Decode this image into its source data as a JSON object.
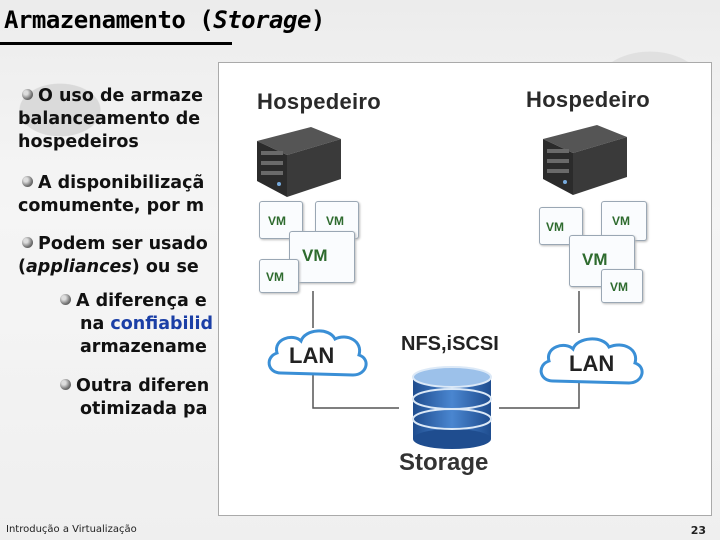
{
  "slide": {
    "title_main": "Armazenamento (",
    "title_italic": "Storage",
    "title_end": ")",
    "footer_left": "Introdução a Virtualização",
    "page_number": "23"
  },
  "bullets": {
    "b1_line1": "O uso de armaze",
    "b1_line2": "balanceamento de",
    "b1_line3": "hospedeiros",
    "b2_line1": "A disponibilizaçã",
    "b2_line2": "comumente, por m",
    "b3_line1": "Podem ser usado",
    "b3_line2_paren_open": "(",
    "b3_line2_italic": "appliances",
    "b3_line2_rest": ") ou se",
    "s1_line1": "A diferença e",
    "s1_line2_plain": "na ",
    "s1_line2_blue": "confiabilid",
    "s1_line3": "armazename",
    "s2_line1": "Outra diferen",
    "s2_line2": "otimizada pa"
  },
  "diagram": {
    "host_left": "Hospedeiro",
    "host_right": "Hospedeiro",
    "vm_label": "VM",
    "lan_left": "LAN",
    "lan_right": "LAN",
    "protocols": "NFS,iSCSI",
    "storage": "Storage",
    "colors": {
      "cloud_stroke": "#3a8fd6",
      "vm_text": "#2e6b2e",
      "server_body": "#2b2b2b",
      "disk_blue": "#2c5aa0"
    }
  }
}
